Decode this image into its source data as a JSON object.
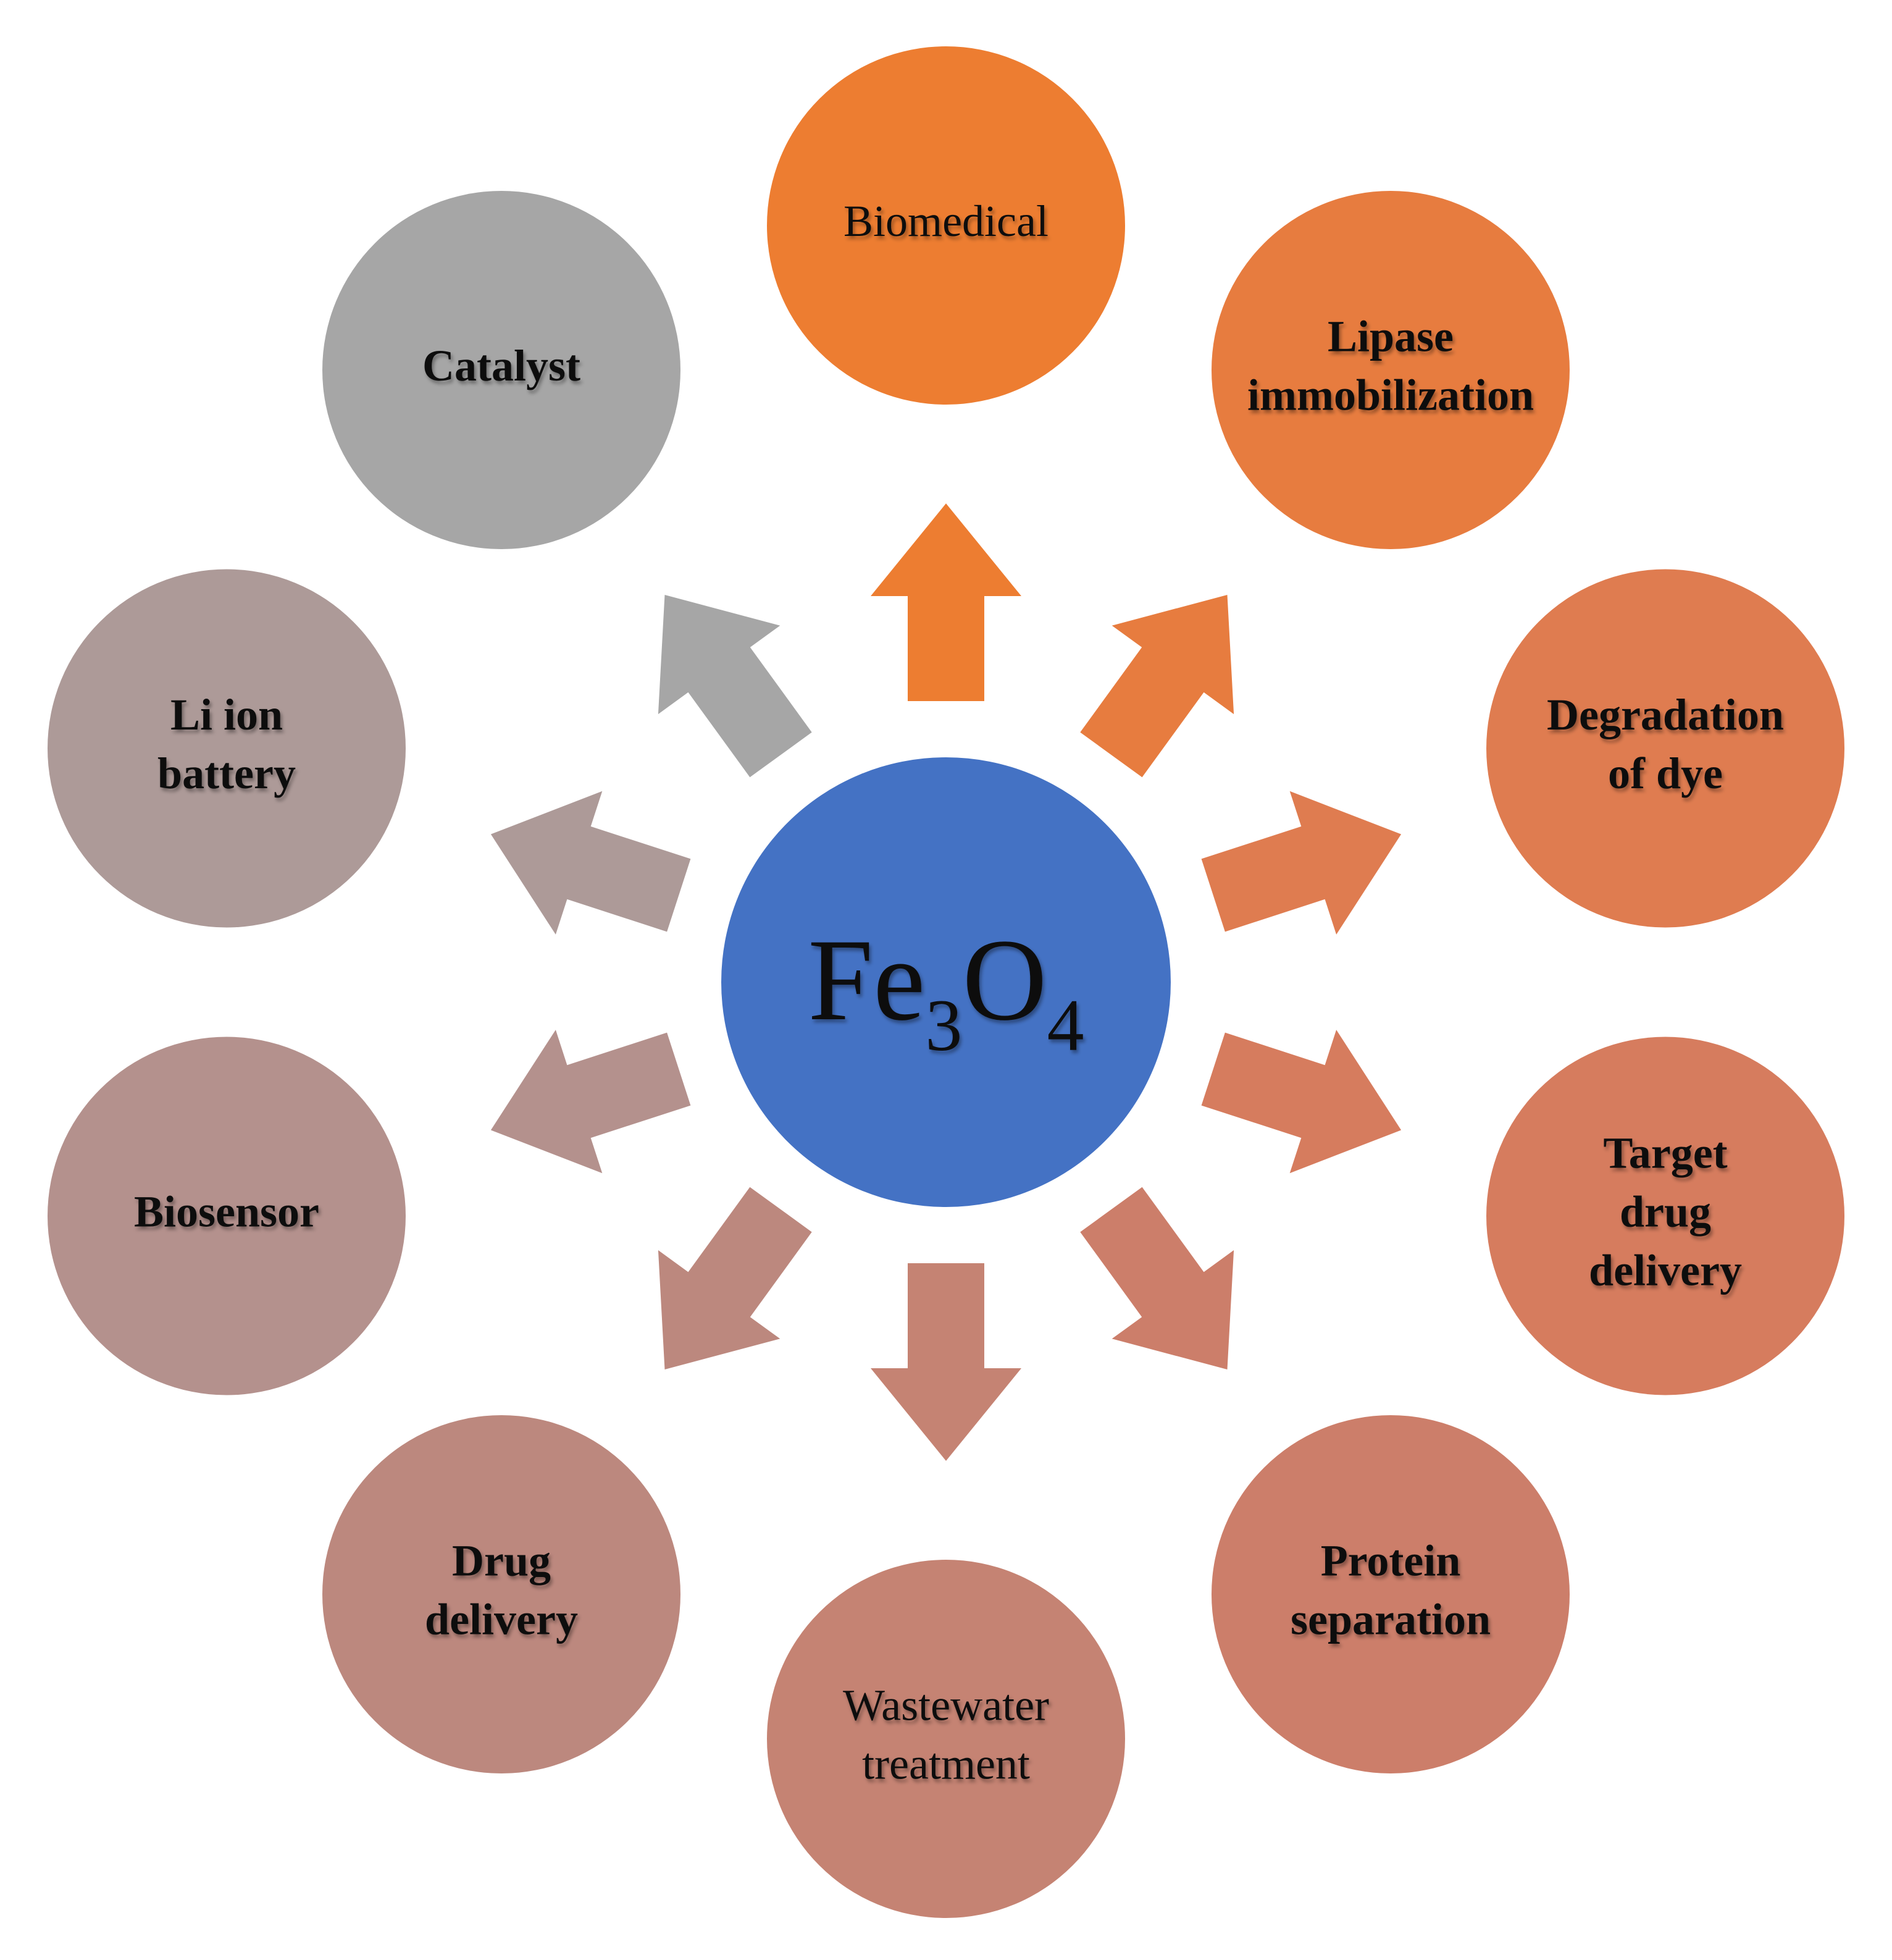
{
  "center": {
    "formula_base_1": "Fe",
    "formula_sub_1": "3",
    "formula_base_2": "O",
    "formula_sub_2": "4",
    "color": "#4472C4"
  },
  "nodes": [
    {
      "id": "biomedical",
      "lines": [
        "Biomedical"
      ],
      "bold": false,
      "color": "#ED7D31"
    },
    {
      "id": "lipase-immobilization",
      "lines": [
        "Lipase",
        "immobilization"
      ],
      "bold": true,
      "color": "#E77C3F"
    },
    {
      "id": "degradation-of-dye",
      "lines": [
        "Degradation",
        "of dye"
      ],
      "bold": true,
      "color": "#DF7C50"
    },
    {
      "id": "target-drug-delivery",
      "lines": [
        "Target",
        "drug",
        "delivery"
      ],
      "bold": true,
      "color": "#D67C5E"
    },
    {
      "id": "protein-separation",
      "lines": [
        "Protein",
        "separation"
      ],
      "bold": true,
      "color": "#CC7E6A"
    },
    {
      "id": "wastewater-treatment",
      "lines": [
        "Wastewater",
        "treatment"
      ],
      "bold": false,
      "color": "#C58373"
    },
    {
      "id": "drug-delivery",
      "lines": [
        "Drug",
        "delivery"
      ],
      "bold": true,
      "color": "#BC887E"
    },
    {
      "id": "biosensor",
      "lines": [
        "Biosensor"
      ],
      "bold": true,
      "color": "#B4918D"
    },
    {
      "id": "li-ion-battery",
      "lines": [
        "Li ion",
        "battery"
      ],
      "bold": true,
      "color": "#AD9A98"
    },
    {
      "id": "catalyst",
      "lines": [
        "Catalyst"
      ],
      "bold": true,
      "color": "#A6A6A6"
    }
  ]
}
